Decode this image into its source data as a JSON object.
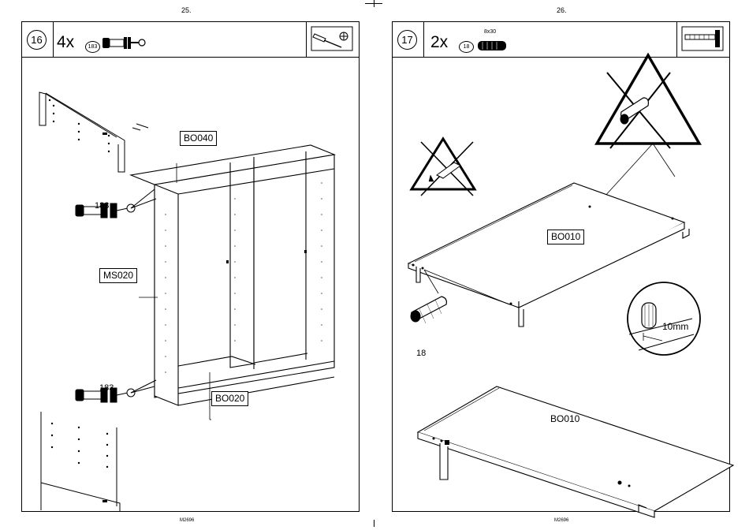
{
  "pages": [
    {
      "page_number": "25.",
      "footer": "M2696",
      "step": "16",
      "quantity": "4x",
      "part_id": "183",
      "callouts": {
        "top_part": "BO040",
        "side_part": "MS020",
        "bottom_part": "BO020",
        "connector_top": "183",
        "connector_bottom": "183"
      },
      "tools": [
        "screwdriver-icon",
        "phillips-bit-icon"
      ]
    },
    {
      "page_number": "26.",
      "footer": "M2696",
      "step": "17",
      "quantity": "2x",
      "part_id": "18",
      "dowel_size": "8x30",
      "callouts": {
        "shelf_top": "BO010",
        "shelf_bottom": "BO010",
        "dowel": "18",
        "depth": "10mm"
      },
      "tools": [
        "hammer-icon"
      ],
      "warnings": [
        "no-glue-icon",
        "no-dowel-drive-icon"
      ]
    }
  ]
}
